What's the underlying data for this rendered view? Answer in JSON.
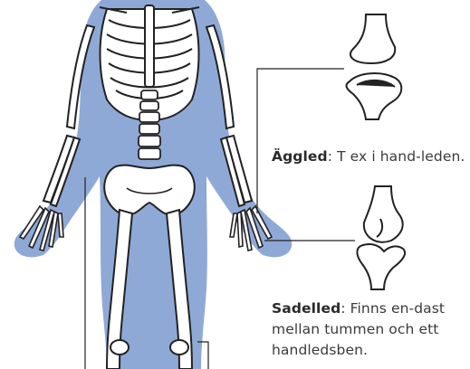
{
  "captions": [
    {
      "term": "Äggled",
      "text": ": T ex i hand-leden."
    },
    {
      "term": "Sadelled",
      "text": ": Finns en-dast mellan tummen och ett handledsben."
    }
  ],
  "colors": {
    "body": "#8fa9d6",
    "line": "#222222",
    "bone": "#ffffff"
  }
}
